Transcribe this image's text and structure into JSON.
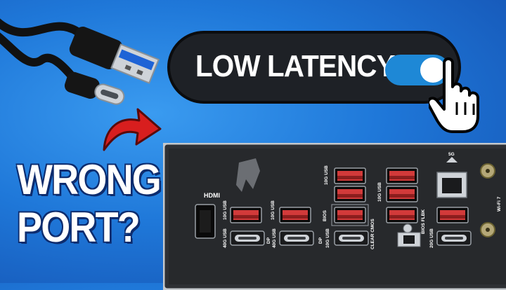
{
  "thumbnail": {
    "toggle": {
      "label": "LOW LATENCY",
      "state": "on",
      "color": "#1e88d6"
    },
    "headline": {
      "line1": "WRONG",
      "line2": "PORT?"
    },
    "arrow_color": "#d81e1e",
    "panel": {
      "hdmi_label": "HDMI",
      "labels": [
        "10G USB",
        "10G USB",
        "10G USB",
        "40G USB",
        "DP",
        "40G USB",
        "DP",
        "10G USB",
        "BIOS",
        "CLEAR CMOS",
        "10G USB",
        "BIOS FLBK",
        "5G",
        "20G USB",
        "Wi-Fi 7"
      ]
    }
  }
}
